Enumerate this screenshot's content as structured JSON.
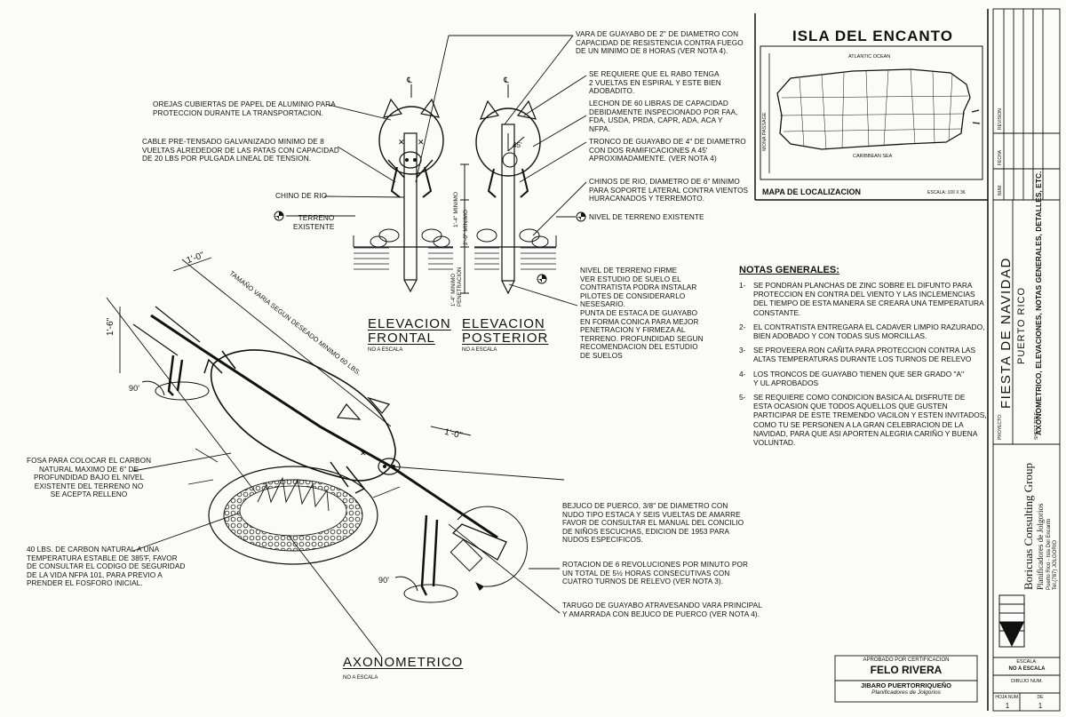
{
  "drawing": {
    "labels": {
      "ears": "OREJAS CUBIERTAS DE PAPEL DE ALUMINIO PARA\nPROTECCION DURANTE LA TRANSPORTACION.",
      "cable": "CABLE PRE-TENSADO GALVANIZADO MINIMO DE 8\nVUELTAS ALREDEDOR DE LAS PATAS CON CAPACIDAD\nDE 20 LBS POR PULGADA LINEAL DE TENSION.",
      "chino": "CHINO DE RIO",
      "terreno": "TERRENO\nEXISTENTE",
      "vara": "VARA DE GUAYABO DE 2\" DE DIAMETRO CON\nCAPACIDAD DE RESISTENCIA CONTRA FUEGO\nDE UN MINIMO DE 8 HORAS (VER NOTA 4).",
      "rabo": "SE REQUIERE QUE EL RABO TENGA\n2 VUELTAS EN ESPIRAL Y ESTE BIEN\nADOBADITO.",
      "lechon": "LECHON DE 60 LIBRAS DE CAPACIDAD\nDEBIDAMENTE INSPECIONADO POR FAA,\nFDA, USDA, PRDA, CAPR, ADA, ACA Y\nNFPA.",
      "tronco": "TRONCO DE GUAYABO DE 4\" DE DIAMETRO\nCON DOS RAMIFICACIONES A 45'\nAPROXIMADAMENTE. (VER NOTA 4)",
      "chinos": "CHINOS DE RIO, DIAMETRO DE 6\" MINIMO\nPARA SOPORTE LATERAL CONTRA VIENTOS\nHURACANADOS Y TERREMOTO.",
      "nivel": "NIVEL DE TERRENO EXISTENTE",
      "firme": "NIVEL DE TERRENO FIRME\nVER ESTUDIO DE SUELO EL\nCONTRATISTA PODRA INSTALAR\nPILOTES DE CONSIDERARLO\nNESESARIO.",
      "punta": "PUNTA DE ESTACA DE GUAYABO\nEN FORMA CONICA PARA MEJOR\nPENETRACION Y FIRMEZA AL\nTERRENO. PROFUNDIDAD SEGUN\nRECOMENDACION DEL ESTUDIO\nDE SUELOS",
      "fosa": "FOSA PARA COLOCAR EL CARBON\nNATURAL MAXIMO DE 6\" DE\nPROFUNDIDAD BAJO EL NIVEL\nEXISTENTE DEL TERRENO NO\nSE ACEPTA RELLENO",
      "carbon": "40 LBS. DE CARBON NATURAL A UNA\nTEMPERATURA ESTABLE DE 385'F, FAVOR\nDE CONSULTAR EL CODIGO DE SEGURIDAD\nDE LA VIDA NFPA 101, PARA PREVIO A\nPRENDER EL FOSFORO INICIAL.",
      "bejuco": "BEJUCO DE PUERCO, 3/8\" DE DIAMETRO CON\nNUDO TIPO ESTACA Y SEIS VUELTAS DE AMARRE\nFAVOR DE CONSULTAR EL MANUAL DEL CONCILIO\nDE NIÑOS ESCUCHAS, EDICION DE 1953 PARA\nNUDOS ESPECIFICOS.",
      "rotacion": "ROTACION DE 6 REVOLUCIONES POR MINUTO POR\nUN TOTAL DE 5½ HORAS CONSECUTIVAS CON\nCUATRO TURNOS DE RELEVO (VER NOTA 3).",
      "tarugo": "TARUGO DE GUAYABO ATRAVESANDO VARA PRINCIPAL\nY AMARRADA CON BEJUCO DE PUERCO (VER NOTA 4).",
      "tamano": "TAMAÑO VARIA SEGUN DESEADO MINIMO 60 LBS."
    },
    "dims": {
      "one_foot": "1'-0\"",
      "one_six": "1'-6\"",
      "one_four_min": "1'-4\" MINIMO",
      "two_zero_min": "2'-0\" MINIMO",
      "one_four_pen": "1'-4\" MINIMO\nPENETRACION",
      "angle_90": "90'",
      "angle_45": "45'",
      "centerline": "℄"
    },
    "titles": {
      "frontal": "ELEVACION\nFRONTAL",
      "posterior": "ELEVACION\nPOSTERIOR",
      "axon": "AXONOMETRICO",
      "scale": "NO A ESCALA"
    }
  },
  "map": {
    "title": "ISLA DEL ENCANTO",
    "atlantic": "ATLANTIC OCEAN",
    "caribbean": "CARIBBEAN SEA",
    "mona": "MONA PASSAGE",
    "caption": "MAPA DE LOCALIZACION",
    "scale": "ESCALA: 100 x 36"
  },
  "notes": {
    "heading": "NOTAS GENERALES:",
    "items": [
      {
        "num": "1-",
        "text": "SE PONDRAN PLANCHAS DE ZINC SOBRE EL DIFUNTO PARA\nPROTECCION EN CONTRA DEL VIENTO Y LAS INCLEMENCIAS\nDEL TIEMPO DE ESTA MANERA SE CREARA UNA TEMPERATURA\nCONSTANTE."
      },
      {
        "num": "2-",
        "text": "EL CONTRATISTA ENTREGARA EL CADAVER LIMPIO RAZURADO,\nBIEN ADOBADO Y CON TODAS SUS MORCILLAS."
      },
      {
        "num": "3-",
        "text": "SE PROVEERA RON CAÑITA PARA PROTECCION CONTRA LAS\nALTAS TEMPERATURAS DURANTE LOS TURNOS DE RELEVO"
      },
      {
        "num": "4-",
        "text": "LOS TRONCOS DE GUAYABO TIENEN QUE SER GRADO \"A\"\nY UL APROBADOS"
      },
      {
        "num": "5-",
        "text": "SE REQUIERE COMO CONDICION BASICA AL DISFRUTE DE\nESTA OCASION QUE TODOS AQUELLOS QUE GUSTEN\nPARTICIPAR DE ESTE TREMENDO VACILON Y ESTEN INVITADOS,\nCOMO TU SE PERSONEN A LA GRAN CELEBRACION DE LA\nNAVIDAD, PARA QUE ASI APORTEN ALEGRIA CARIÑO Y BUENA\nVOLUNTAD."
      }
    ]
  },
  "approval": {
    "label": "APROBADO POR CERTIFICACION",
    "name": "FELO RIVERA",
    "firm": "JIBARO PUERTORRIQUEÑO",
    "firm_sub": "Planificadores de Jolgorios"
  },
  "titleblock": {
    "revision": "REVISION",
    "fecha": "FECHA",
    "num": "NUM.",
    "proyecto": "PROYECTO:",
    "sheet_title": "SHEET TITLE:",
    "project_name": "FIESTA DE NAVIDAD",
    "project_sub": "PUERTO RICO",
    "sheet_desc": "AXONOMETRICO, ELEVACIONES, NOTAS GENERALES, DETALLES, ETC.",
    "company": "Boricuas Consulting Group",
    "company_sub": "Planificadores de Jolgorios",
    "company_addr": "Puerto Rico - Isla Del Encanto",
    "company_tel": "Tel.(787) JOLGORIO",
    "escala_label": "ESCALA:",
    "escala_value": "NO A ESCALA",
    "dibujo": "DIBUJO NUM.",
    "hoja_num": "HOJA NUM.",
    "de": "DE",
    "hoja_val": "1",
    "de_val": "1"
  }
}
